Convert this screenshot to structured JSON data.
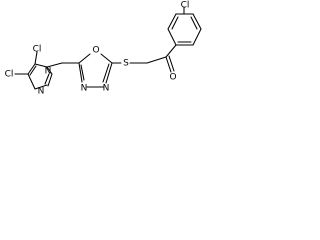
{
  "molecule": {
    "atoms": {
      "cl_top": "Cl",
      "cl_left_upper": "Cl",
      "cl_left_lower": "Cl",
      "n_imid_ring": "N",
      "n_imid_bottom": "N",
      "o_oxadiazole": "O",
      "n_oxadiazole_left": "N",
      "n_oxadiazole_right": "N",
      "s_thioether": "S",
      "o_ketone": "O"
    }
  }
}
